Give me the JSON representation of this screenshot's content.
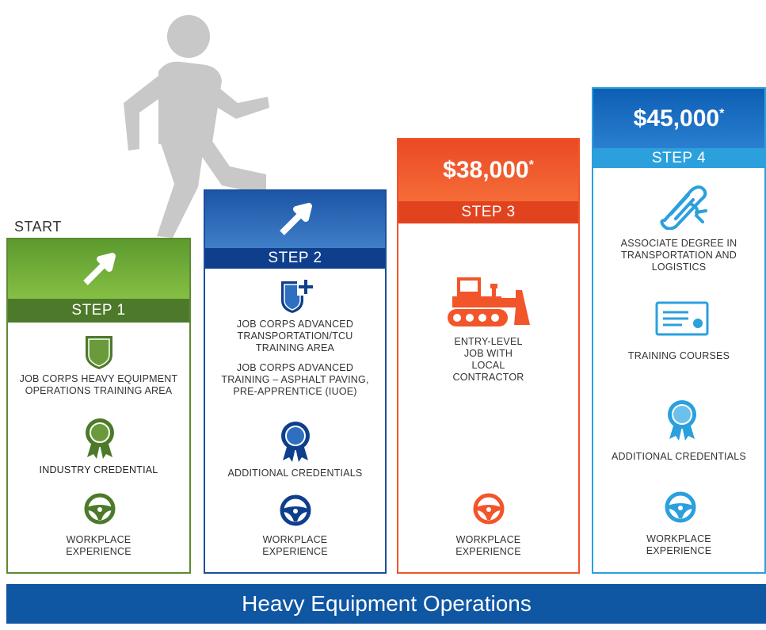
{
  "start_label": "START",
  "banner_title": "Heavy Equipment Operations",
  "colors": {
    "green_top": "#7db442",
    "green_bar": "#4d7a2a",
    "green_border": "#5d8a32",
    "blue_top": "#2f6fc0",
    "blue_bar": "#0f3f8c",
    "blue_border": "#1c4f9c",
    "orange": "#f2552a",
    "orange_bar": "#e2431f",
    "lightblue": "#2ba0dd",
    "lightblue_top": "#1a6cc0",
    "person": "#c8c8c8"
  },
  "steps": [
    {
      "label": "STEP 1",
      "items": [
        {
          "icon": "shield-icon",
          "text": "JOB CORPS HEAVY EQUIPMENT OPERATIONS TRAINING AREA"
        },
        {
          "icon": "ribbon-award-icon",
          "text": "INDUSTRY CREDENTIAL"
        },
        {
          "icon": "steering-wheel-icon",
          "text": "WORKPLACE EXPERIENCE"
        }
      ]
    },
    {
      "label": "STEP 2",
      "items": [
        {
          "icon": "shield-plus-icon",
          "text": "JOB CORPS ADVANCED TRANSPORTATION/TCU TRAINING AREA"
        },
        {
          "icon": "",
          "text": "JOB CORPS ADVANCED TRAINING – ASPHALT PAVING, PRE-APPRENTICE (IUOE)"
        },
        {
          "icon": "ribbon-award-icon",
          "text": "ADDITIONAL CREDENTIALS"
        },
        {
          "icon": "steering-wheel-icon",
          "text": "WORKPLACE EXPERIENCE"
        }
      ]
    },
    {
      "label": "STEP 3",
      "salary": "$38,000",
      "asterisk": "*",
      "items": [
        {
          "icon": "bulldozer-icon",
          "text": "ENTRY-LEVEL JOB WITH LOCAL CONTRACTOR"
        },
        {
          "icon": "steering-wheel-icon",
          "text": "WORKPLACE EXPERIENCE"
        }
      ]
    },
    {
      "label": "STEP 4",
      "salary": "$45,000",
      "asterisk": "*",
      "items": [
        {
          "icon": "diploma-scroll-icon",
          "text": "ASSOCIATE DEGREE IN TRANSPORTATION AND LOGISTICS"
        },
        {
          "icon": "certificate-icon",
          "text": "TRAINING COURSES"
        },
        {
          "icon": "ribbon-award-icon",
          "text": "ADDITIONAL CREDENTIALS"
        },
        {
          "icon": "steering-wheel-icon",
          "text": "WORKPLACE EXPERIENCE"
        }
      ]
    }
  ]
}
